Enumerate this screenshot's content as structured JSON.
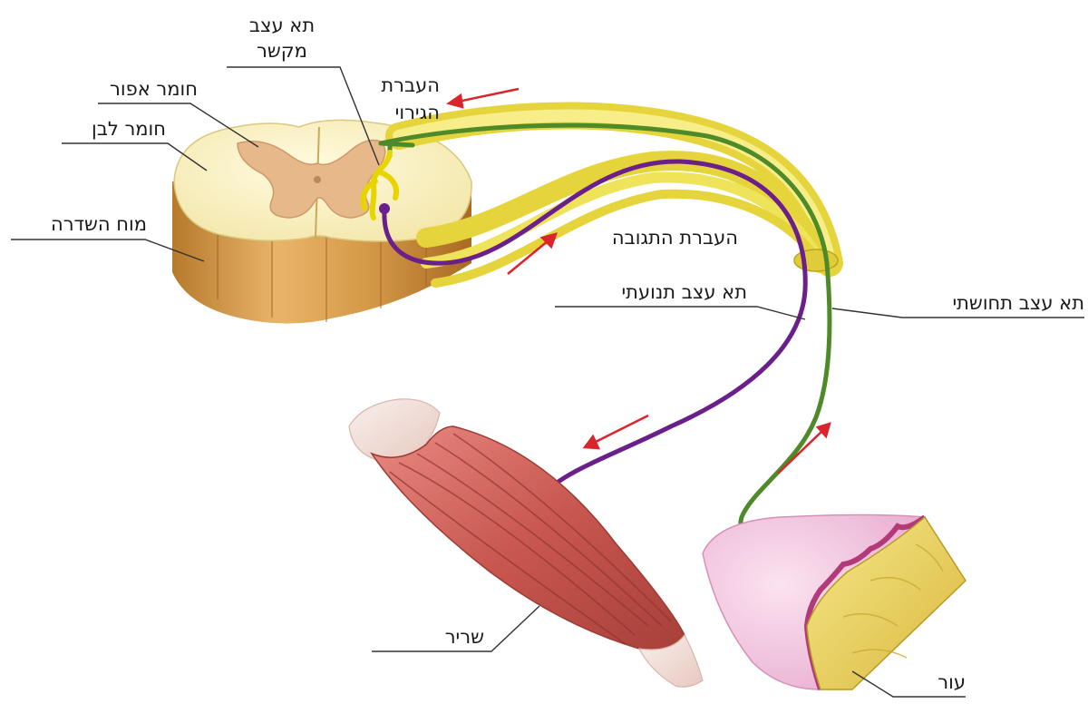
{
  "labels": {
    "interneuron_l1": "תא עצב",
    "interneuron_l2": "מקשר",
    "gray_matter": "חומר אפור",
    "white_matter": "חומר לבן",
    "spinal_cord": "מוח השדרה",
    "stimulus_l1": "העברת",
    "stimulus_l2": "הגירוי",
    "response": "העברת התגובה",
    "motor_neuron": "תא עצב תנועתי",
    "sensory_neuron": "תא עצב תחושתי",
    "muscle": "שריר",
    "skin": "עור"
  },
  "colors": {
    "sensory": "#4e8a28",
    "motor": "#6a1f8a",
    "interneuron": "#e8d400",
    "nerve": "#efe35a",
    "arrow": "#d9252b",
    "muscle": "#c8584f",
    "skin": "#f2c4dd",
    "skin_fat": "#e8d060"
  }
}
